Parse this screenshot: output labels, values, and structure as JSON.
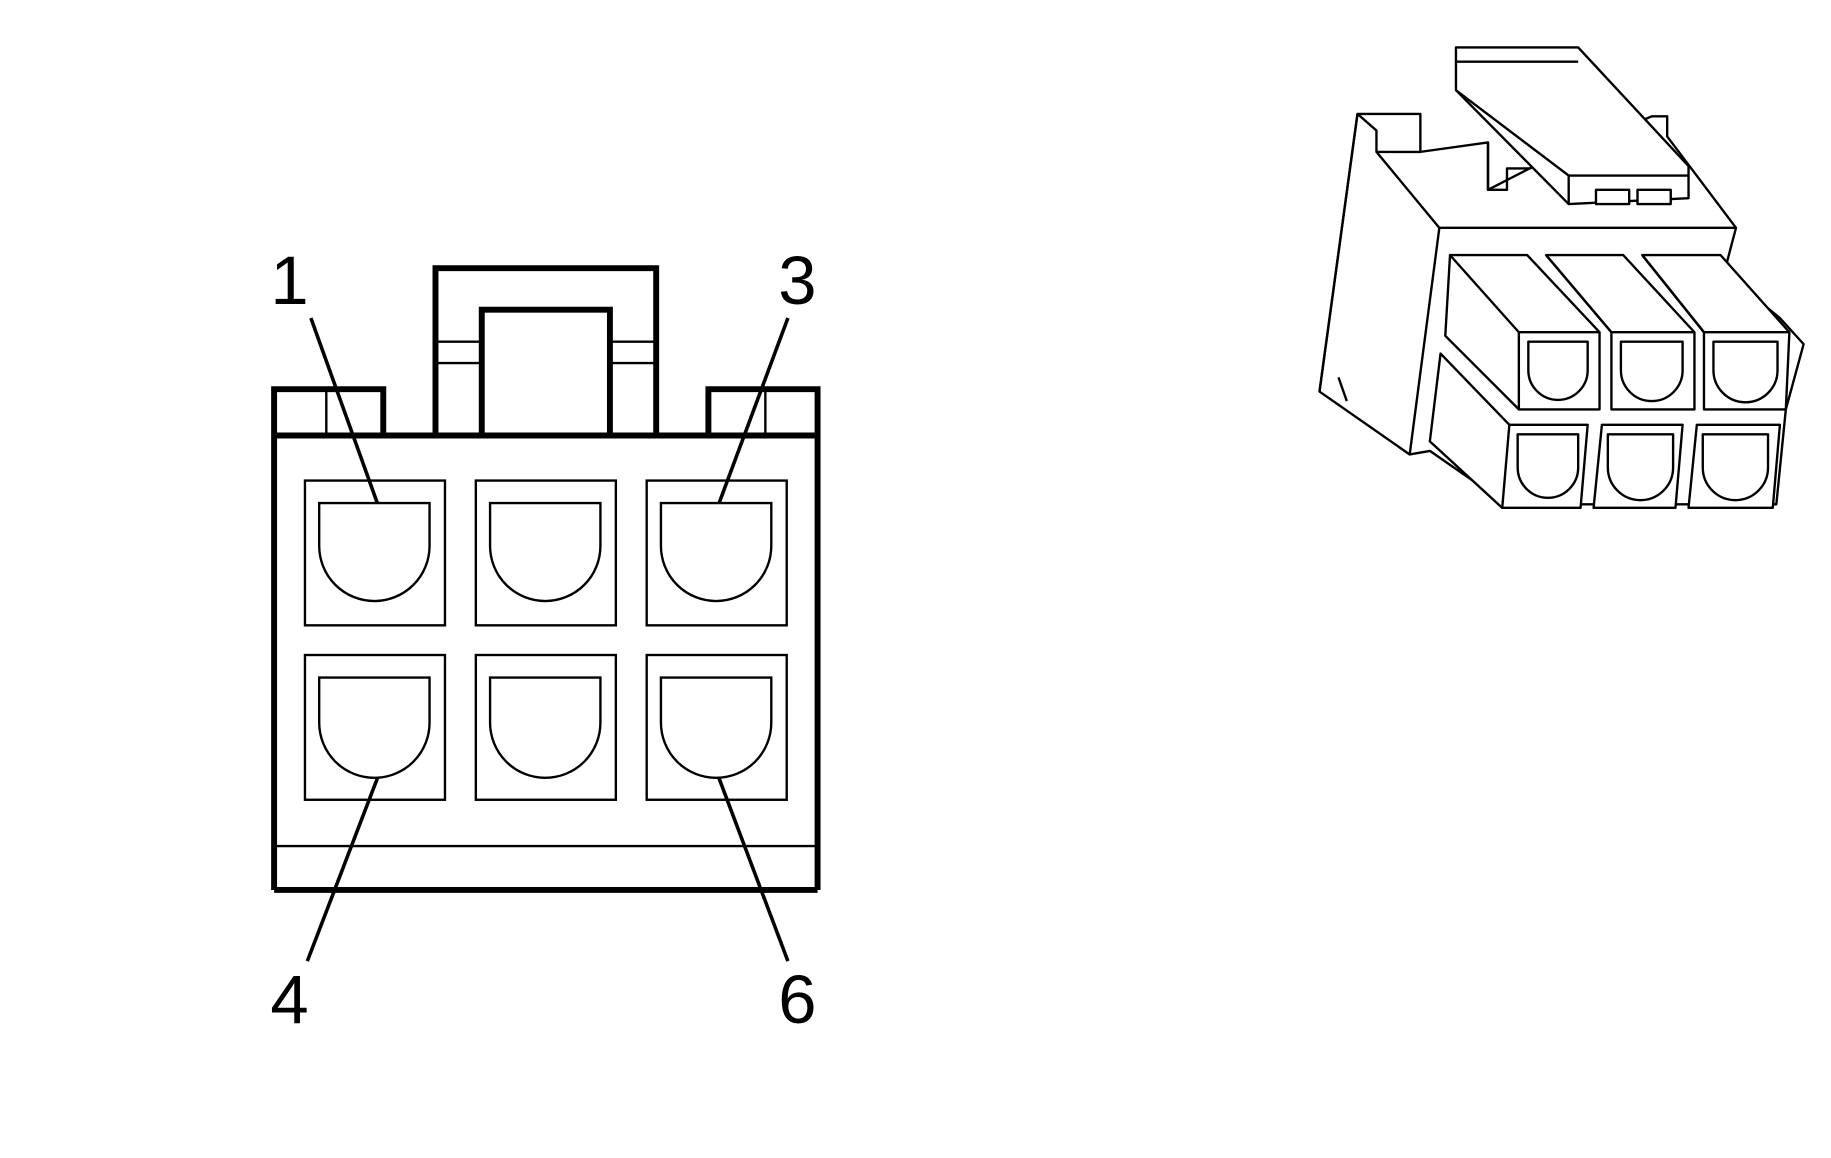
{
  "pin_labels": [
    {
      "id": "pin-1",
      "text": "1"
    },
    {
      "id": "pin-3",
      "text": "3"
    },
    {
      "id": "pin-4",
      "text": "4"
    },
    {
      "id": "pin-6",
      "text": "6"
    }
  ],
  "connector": {
    "rows": 2,
    "columns": 3,
    "cavity_count": 6
  },
  "colors": {
    "line": "#000000",
    "background": "#ffffff"
  }
}
